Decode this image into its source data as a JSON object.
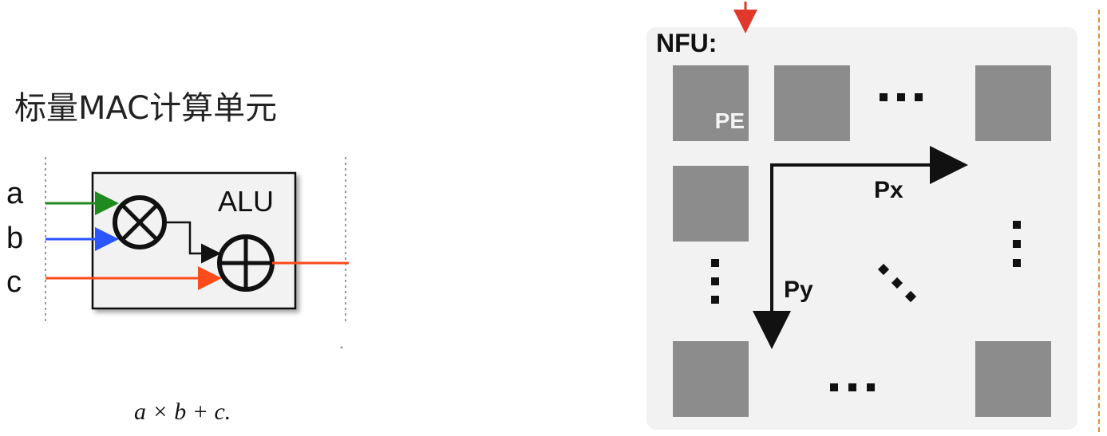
{
  "left": {
    "title": "标量MAC计算单元",
    "alu_label": "ALU",
    "inputs": [
      "a",
      "b",
      "c"
    ],
    "formula": "a × b + c.",
    "wire_colors": {
      "a": "#1f8a1f",
      "b": "#2a55ff",
      "c": "#ff4a1a",
      "out": "#ff4a1a"
    }
  },
  "right": {
    "nfu_title": "NFU:",
    "pe_label": "PE",
    "axis_x_label": "Px",
    "axis_y_label": "Py",
    "accent_colors": {
      "top_arrow": "#e0392b",
      "right_dashed_line": "#e08a3c"
    },
    "pe_color": "#8c8c8c",
    "panel_color": "#f2f2f2"
  }
}
